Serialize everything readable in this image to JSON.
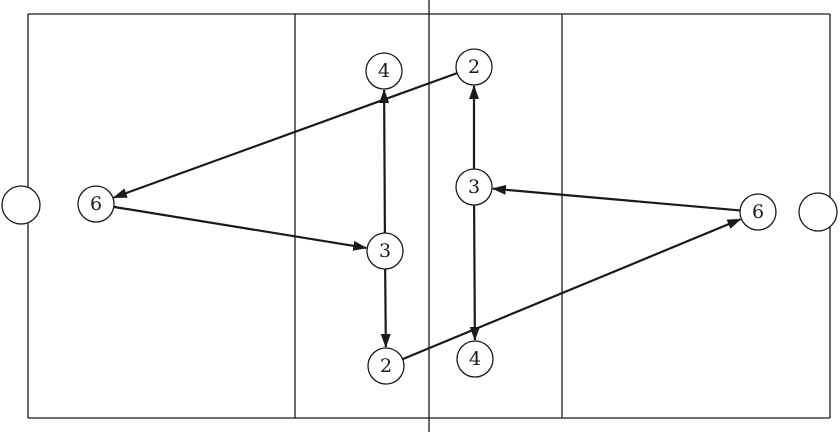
{
  "diagram": {
    "colors": {
      "line": "#1a1a1a",
      "background": "#ffffff"
    },
    "players": [
      {
        "id": "left-6",
        "label": "6"
      },
      {
        "id": "left-4",
        "label": "4"
      },
      {
        "id": "left-3",
        "label": "3"
      },
      {
        "id": "left-2",
        "label": "2"
      },
      {
        "id": "right-2",
        "label": "2"
      },
      {
        "id": "right-3",
        "label": "3"
      },
      {
        "id": "right-4",
        "label": "4"
      },
      {
        "id": "right-6",
        "label": "6"
      }
    ],
    "passes": [
      {
        "from": "left-6",
        "to": "left-3"
      },
      {
        "from": "left-3",
        "to": "left-4"
      },
      {
        "from": "left-3",
        "to": "left-2"
      },
      {
        "from": "left-2",
        "to": "right-6"
      },
      {
        "from": "right-6",
        "to": "right-3"
      },
      {
        "from": "right-3",
        "to": "right-2"
      },
      {
        "from": "right-3",
        "to": "right-4"
      },
      {
        "from": "right-2",
        "to": "left-6"
      }
    ]
  }
}
